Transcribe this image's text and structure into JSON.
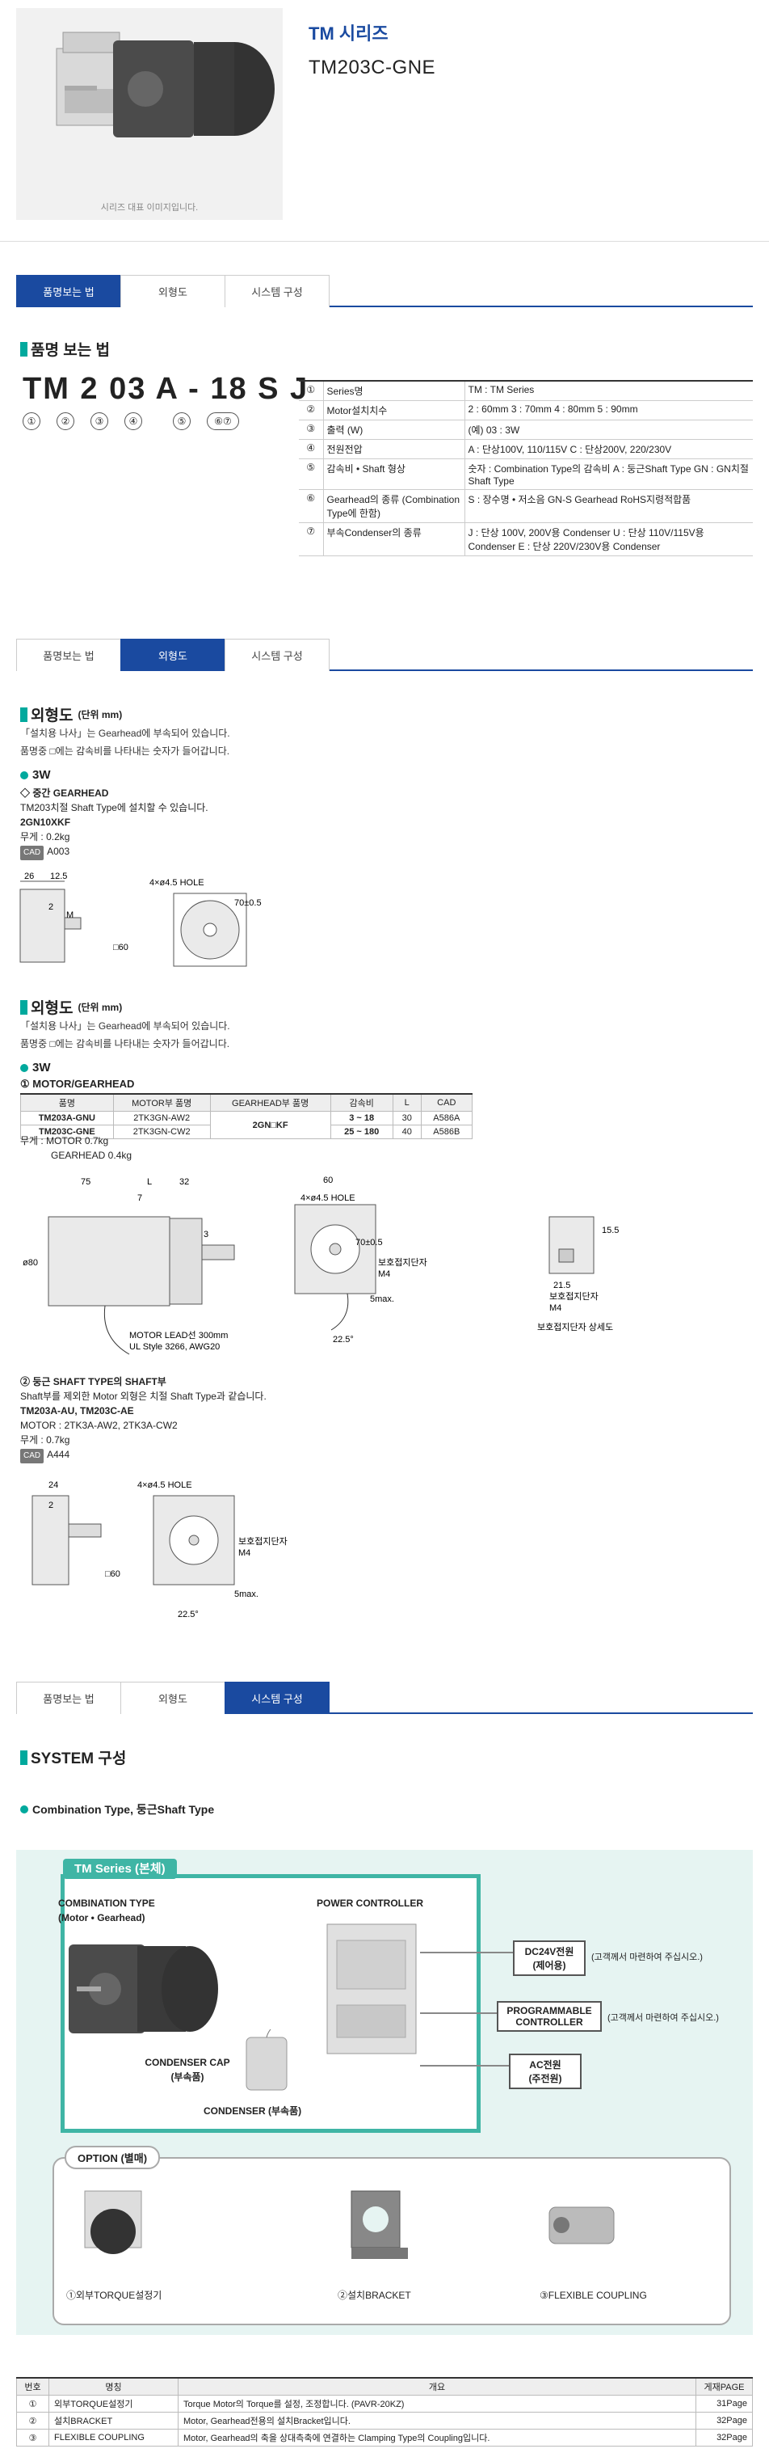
{
  "header": {
    "photo_caption": "시리즈 대표 이미지입니다.",
    "series_title": "TM 시리즈",
    "model": "TM203C-GNE"
  },
  "tabs": [
    "품명보는 법",
    "외형도",
    "시스템 구성"
  ],
  "naming": {
    "title": "품명 보는 법",
    "code": "TM 2 03 A - 18 S J",
    "nums": [
      "①",
      "②",
      "③",
      "④",
      "⑤",
      "⑥⑦"
    ],
    "rows": [
      {
        "n": "①",
        "label": "Series명",
        "value": "TM : TM Series"
      },
      {
        "n": "②",
        "label": "Motor설치치수",
        "value": "2 : 60mm   3 : 70mm   4 : 80mm   5 : 90mm"
      },
      {
        "n": "③",
        "label": "출력 (W)",
        "value": "(예) 03 : 3W"
      },
      {
        "n": "④",
        "label": "전원전압",
        "value": "A : 단상100V, 110/115V   C : 단상200V, 220/230V"
      },
      {
        "n": "⑤",
        "label": "감속비 • Shaft 형상",
        "value": "숫자 : Combination Type의 감속비   A : 둥근Shaft Type   GN : GN치절Shaft Type"
      },
      {
        "n": "⑥",
        "label": "Gearhead의 종류 (Combination Type에 한함)",
        "value": "S : 장수명 • 저소음 GN-S Gearhead   RoHS지령적합품"
      },
      {
        "n": "⑦",
        "label": "부속Condenser의 종류",
        "value": "J : 단상 100V, 200V용 Condenser   U : 단상 110V/115V용 Condenser   E : 단상 220V/230V용 Condenser"
      }
    ]
  },
  "outline1": {
    "title": "외형도",
    "unit": "(단위 mm)",
    "notes": [
      "「설치용 나사」는 Gearhead에 부속되어 있습니다.",
      "품명중 □에는 감속비를 나타내는 숫자가 들어갑니다."
    ],
    "sub": "3W",
    "type_title": "◇ 중간 GEARHEAD",
    "type_desc": "TM203치절 Shaft Type에 설치할 수 있습니다.",
    "model": "2GN10XKF",
    "weight": "무게 : 0.2kg",
    "cad_badge": "CAD",
    "cad": "A003",
    "dims": [
      "26",
      "12.5",
      "2",
      "M",
      "□60",
      "4×ø4.5 HOLE",
      "70±0.5"
    ]
  },
  "outline2": {
    "title": "외형도",
    "unit": "(단위 mm)",
    "notes": [
      "「설치용 나사」는 Gearhead에 부속되어 있습니다.",
      "품명중 □에는 감속비를 나타내는 숫자가 들어갑니다."
    ],
    "sub": "3W",
    "mg_title": "① MOTOR/GEARHEAD",
    "table_head": [
      "품명",
      "MOTOR부 품명",
      "GEARHEAD부 품명",
      "감속비",
      "L",
      "CAD"
    ],
    "table_rows": [
      [
        "TM203A-GNU",
        "2TK3GN-AW2",
        "2GN□KF",
        "3 ~ 18",
        "30",
        "A586A"
      ],
      [
        "TM203C-GNE",
        "2TK3GN-CW2",
        "",
        "25 ~ 180",
        "40",
        "A586B"
      ]
    ],
    "weight1": "무게 : MOTOR  0.7kg",
    "weight2": "GEARHEAD  0.4kg",
    "dims": [
      "75",
      "L",
      "32",
      "7",
      "3",
      "ø80",
      "60",
      "4×ø4.5 HOLE",
      "70±0.5",
      "보호접지단자",
      "M4",
      "5max.",
      "22.5°",
      "MOTOR LEAD선 300mm",
      "UL Style 3266, AWG20",
      "15.5",
      "21.5",
      "보호접지단자",
      "M4",
      "보호접지단자 상세도"
    ],
    "shaft_title": "② 둥근 SHAFT TYPE의 SHAFT부",
    "shaft_desc": "Shaft부를 제외한 Motor 외형은 치절 Shaft Type과 같습니다.",
    "shaft_model": "TM203A-AU, TM203C-AE",
    "shaft_motor": "MOTOR : 2TK3A-AW2, 2TK3A-CW2",
    "shaft_weight": "무게 : 0.7kg",
    "shaft_cad_badge": "CAD",
    "shaft_cad": "A444",
    "shaft_dims": [
      "24",
      "2",
      "4×ø4.5 HOLE",
      "보호접지단자",
      "M4",
      "5max.",
      "22.5°",
      "□60"
    ]
  },
  "system": {
    "title": "SYSTEM 구성",
    "sub": "Combination Type, 둥근Shaft Type",
    "tm_series": "TM Series (본체)",
    "combination": "COMBINATION TYPE",
    "combination2": "(Motor • Gearhead)",
    "power_controller": "POWER CONTROLLER",
    "condenser_cap": "CONDENSER CAP",
    "condenser_cap2": "(부속품)",
    "condenser": "CONDENSER (부속품)",
    "dc24": "DC24V전원",
    "dc24b": "(제어용)",
    "dc24_note": "(고객께서 마련하여 주십시오.)",
    "prog": "PROGRAMMABLE",
    "prog2": "CONTROLLER",
    "prog_note": "(고객께서 마련하여 주십시오.)",
    "ac": "AC전원",
    "ac2": "(주전원)",
    "option": "OPTION (별매)",
    "opt1": "①외부TORQUE설정기",
    "opt2": "②설치BRACKET",
    "opt3": "③FLEXIBLE COUPLING"
  },
  "option_table": {
    "head": [
      "번호",
      "명칭",
      "개요",
      "게재PAGE"
    ],
    "rows": [
      [
        "①",
        "외부TORQUE설정기",
        "Torque Motor의 Torque를 설정, 조정합니다. (PAVR-20KZ)",
        "31Page"
      ],
      [
        "②",
        "설치BRACKET",
        "Motor, Gearhead전용의 설치Bracket입니다.",
        "32Page"
      ],
      [
        "③",
        "FLEXIBLE COUPLING",
        "Motor, Gearhead의 축을 상대측축에 연결하는 Clamping Type의 Coupling입니다.",
        "32Page"
      ]
    ]
  }
}
